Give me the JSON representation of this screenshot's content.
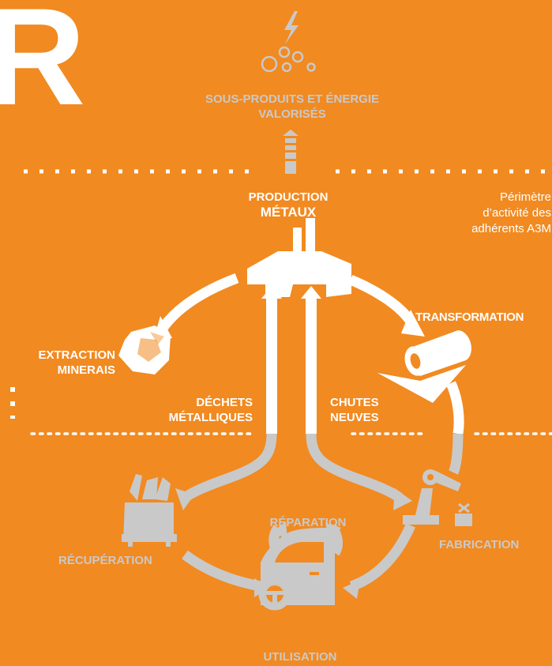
{
  "colors": {
    "background": "#f18a21",
    "white": "#ffffff",
    "grey": "#c9c9c9"
  },
  "logo": {
    "letter": "R"
  },
  "top": {
    "line1": "SOUS-PRODUITS ET ÉNERGIE",
    "line2": "VALORISÉS"
  },
  "production": {
    "line1": "PRODUCTION",
    "line2": "MÉTAUX"
  },
  "perimeter": {
    "line1": "Périmètre",
    "line2": "d’activité des",
    "line3": "adhérents A3M"
  },
  "stages": {
    "transformation": "TRANSFORMATION",
    "extraction": {
      "line1": "EXTRACTION",
      "line2": "MINERAIS"
    },
    "dechets": {
      "line1": "DÉCHETS",
      "line2": "MÉTALLIQUES"
    },
    "chutes": {
      "line1": "CHUTES",
      "line2": "NEUVES"
    },
    "reparation": "RÉPARATION",
    "recuperation": "RÉCUPÉRATION",
    "fabrication": "FABRICATION",
    "utilisation": "UTILISATION"
  },
  "icons": [
    "lightning-bubbles-icon",
    "factory-icon",
    "ore-rock-icon",
    "metal-roll-icon",
    "robot-arm-icon",
    "scrap-bin-icon",
    "car-door-icon",
    "steering-wheel-icon"
  ]
}
